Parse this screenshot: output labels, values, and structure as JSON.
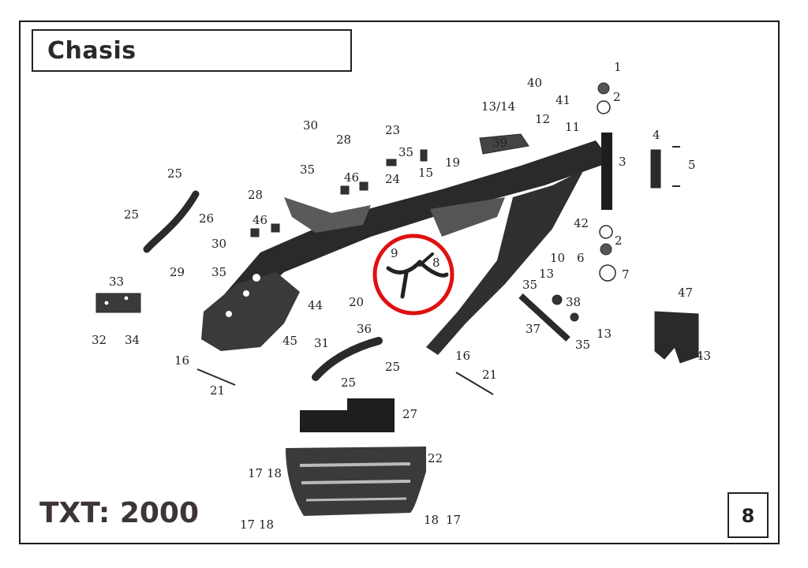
{
  "header": {
    "title": "Chasis"
  },
  "footer": {
    "model": "TXT: 2000",
    "page_number": "8"
  },
  "highlight": {
    "color": "#e01010",
    "parts": [
      "9",
      "8"
    ]
  },
  "part_labels": [
    "1",
    "2",
    "3",
    "4",
    "5",
    "2",
    "6",
    "7",
    "10",
    "42",
    "40",
    "41",
    "12",
    "11",
    "13/14",
    "39",
    "19",
    "15",
    "23",
    "35",
    "24",
    "30",
    "35",
    "28",
    "28",
    "46",
    "46",
    "25",
    "26",
    "25",
    "30",
    "35",
    "29",
    "33",
    "32",
    "34",
    "44",
    "45",
    "20",
    "36",
    "31",
    "25",
    "25",
    "16",
    "21",
    "16",
    "21",
    "27",
    "22",
    "17",
    "18",
    "17",
    "18",
    "18",
    "17",
    "9",
    "8",
    "35",
    "13",
    "38",
    "37",
    "35",
    "13",
    "47",
    "43"
  ]
}
